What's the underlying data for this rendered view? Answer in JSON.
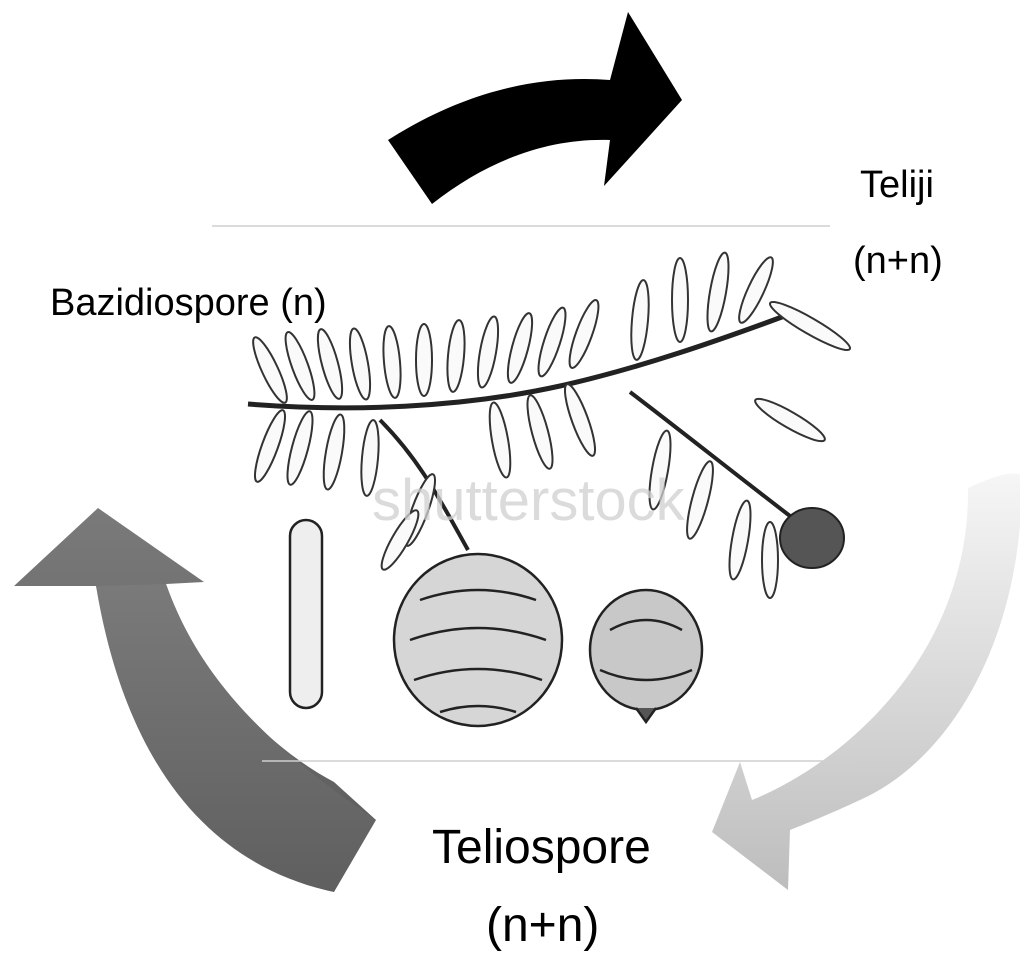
{
  "labels": {
    "bazidiospore": "Bazidiospore (n)",
    "teliji": "Teliji",
    "teliji_ploidy": "(n+n)",
    "teliospore": "Teliospore",
    "teliospore_ploidy": "(n+n)"
  },
  "arrows": {
    "top": {
      "color": "#000000"
    },
    "right": {
      "color_start": "#f2f2f2",
      "color_end": "#bdbdbd"
    },
    "left": {
      "color": "#6f6f6f"
    }
  },
  "illustration": {
    "subject": "fir-branch-with-cones",
    "watermark": "shutterstock"
  }
}
